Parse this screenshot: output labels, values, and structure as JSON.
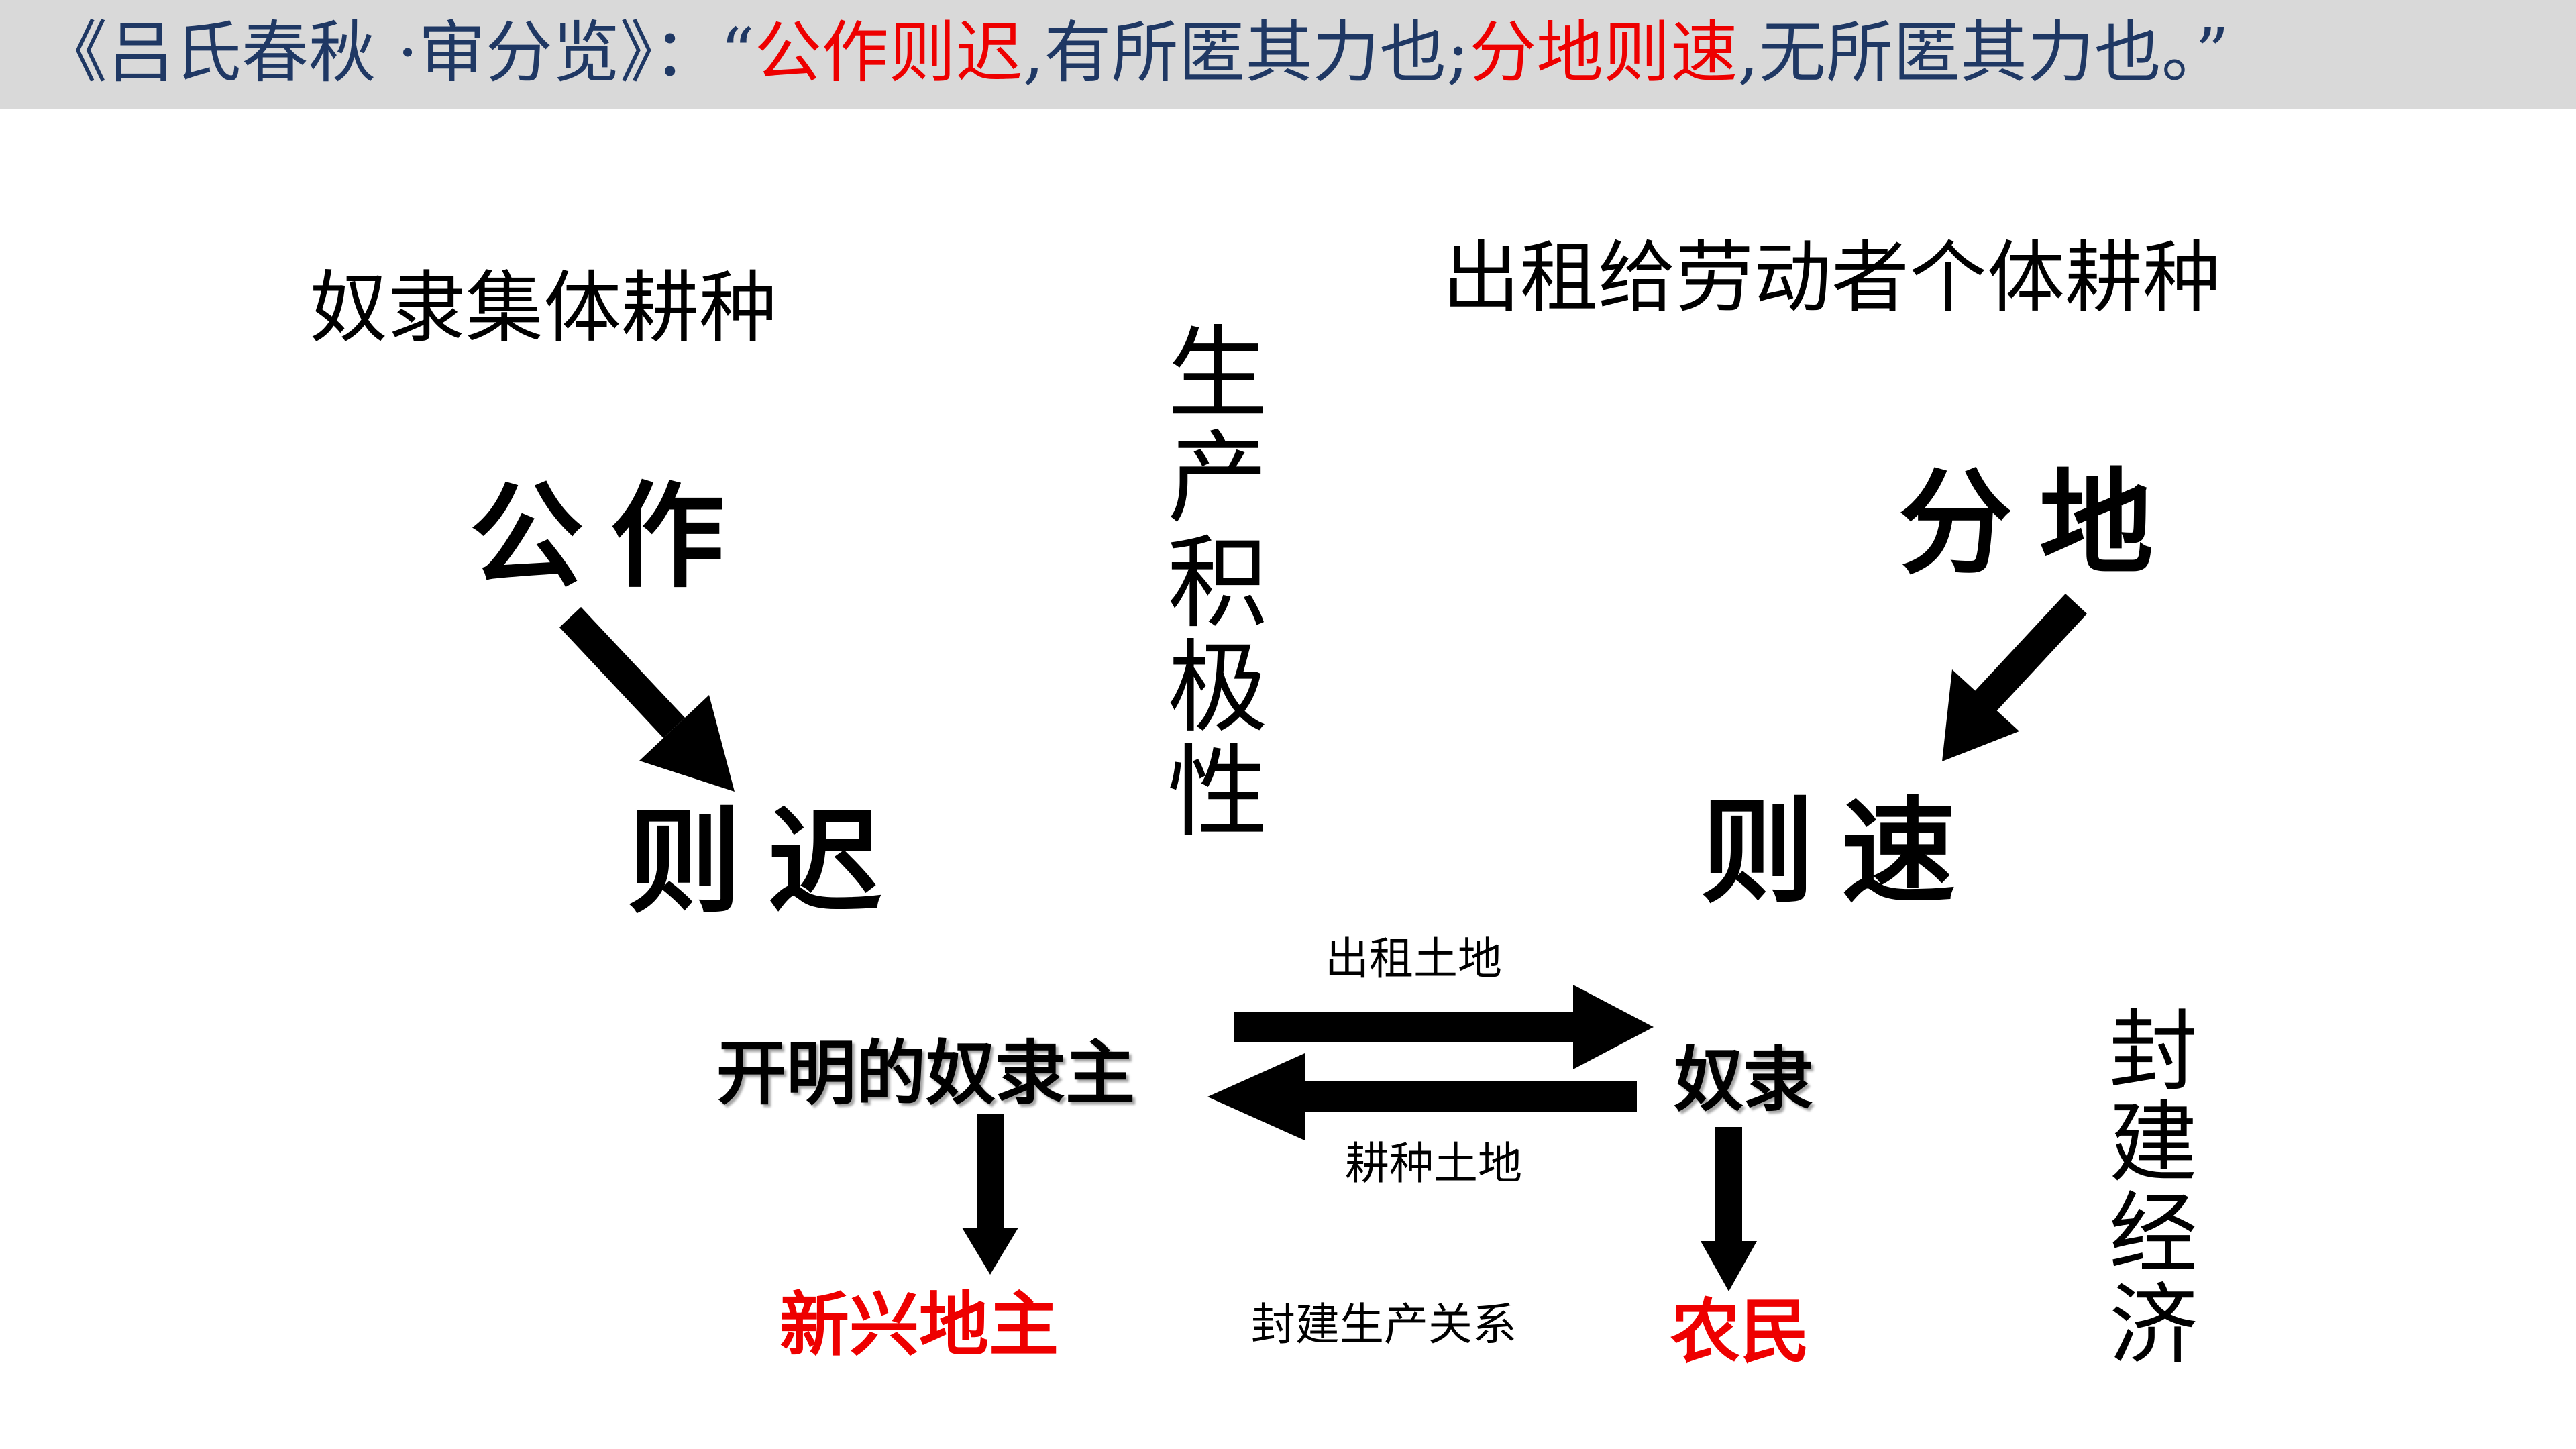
{
  "banner": {
    "prefix": "《吕氏春秋 ·审分览》：“",
    "part1_red": "公作则迟",
    "part2": ",有所匿其力也;",
    "part3_red": "分地则速",
    "part4": ",无所匿其力也。”",
    "background_color": "#d9d9d9",
    "text_color": "#1f3864",
    "highlight_color": "#ee0000"
  },
  "left": {
    "heading": "奴隶集体耕种",
    "top_word": "公作",
    "bottom_word": "则迟"
  },
  "right": {
    "heading": "出租给劳动者个体耕种",
    "top_word": "分地",
    "bottom_word": "则速"
  },
  "center_vertical": "生产积极性",
  "right_vertical": "封建经济",
  "relations": {
    "left_node": "开明的奴隶主",
    "right_node": "奴隶",
    "top_arrow_label": "出租土地",
    "bottom_arrow_label": "耕种土地",
    "left_result": "新兴地主",
    "right_result": "农民",
    "relation_label": "封建生产关系"
  }
}
